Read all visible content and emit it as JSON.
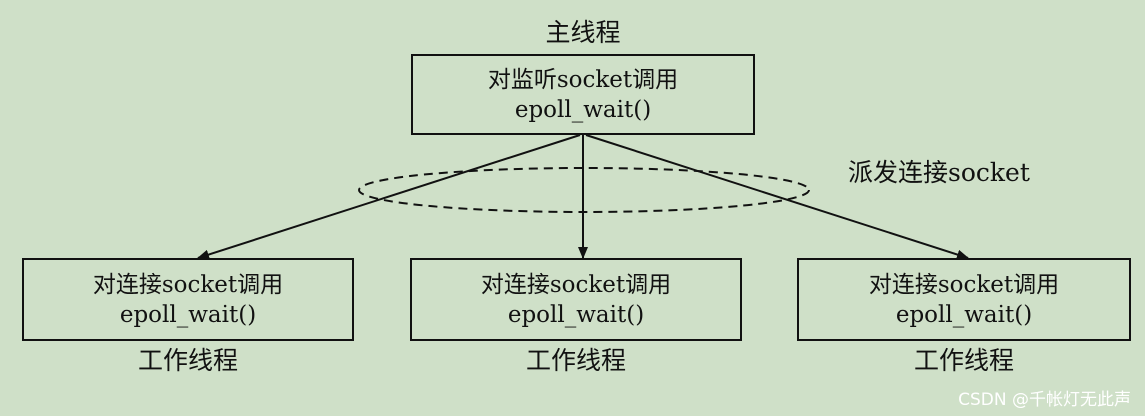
{
  "main_thread": {
    "title": "主线程",
    "box_line1": "对监听socket调用",
    "box_line2": "epoll_wait()"
  },
  "dispatch_label": "派发连接socket",
  "workers": [
    {
      "box_line1": "对连接socket调用",
      "box_line2": "epoll_wait()",
      "title": "工作线程"
    },
    {
      "box_line1": "对连接socket调用",
      "box_line2": "epoll_wait()",
      "title": "工作线程"
    },
    {
      "box_line1": "对连接socket调用",
      "box_line2": "epoll_wait()",
      "title": "工作线程"
    }
  ],
  "watermark": "CSDN @千帐灯无此声"
}
